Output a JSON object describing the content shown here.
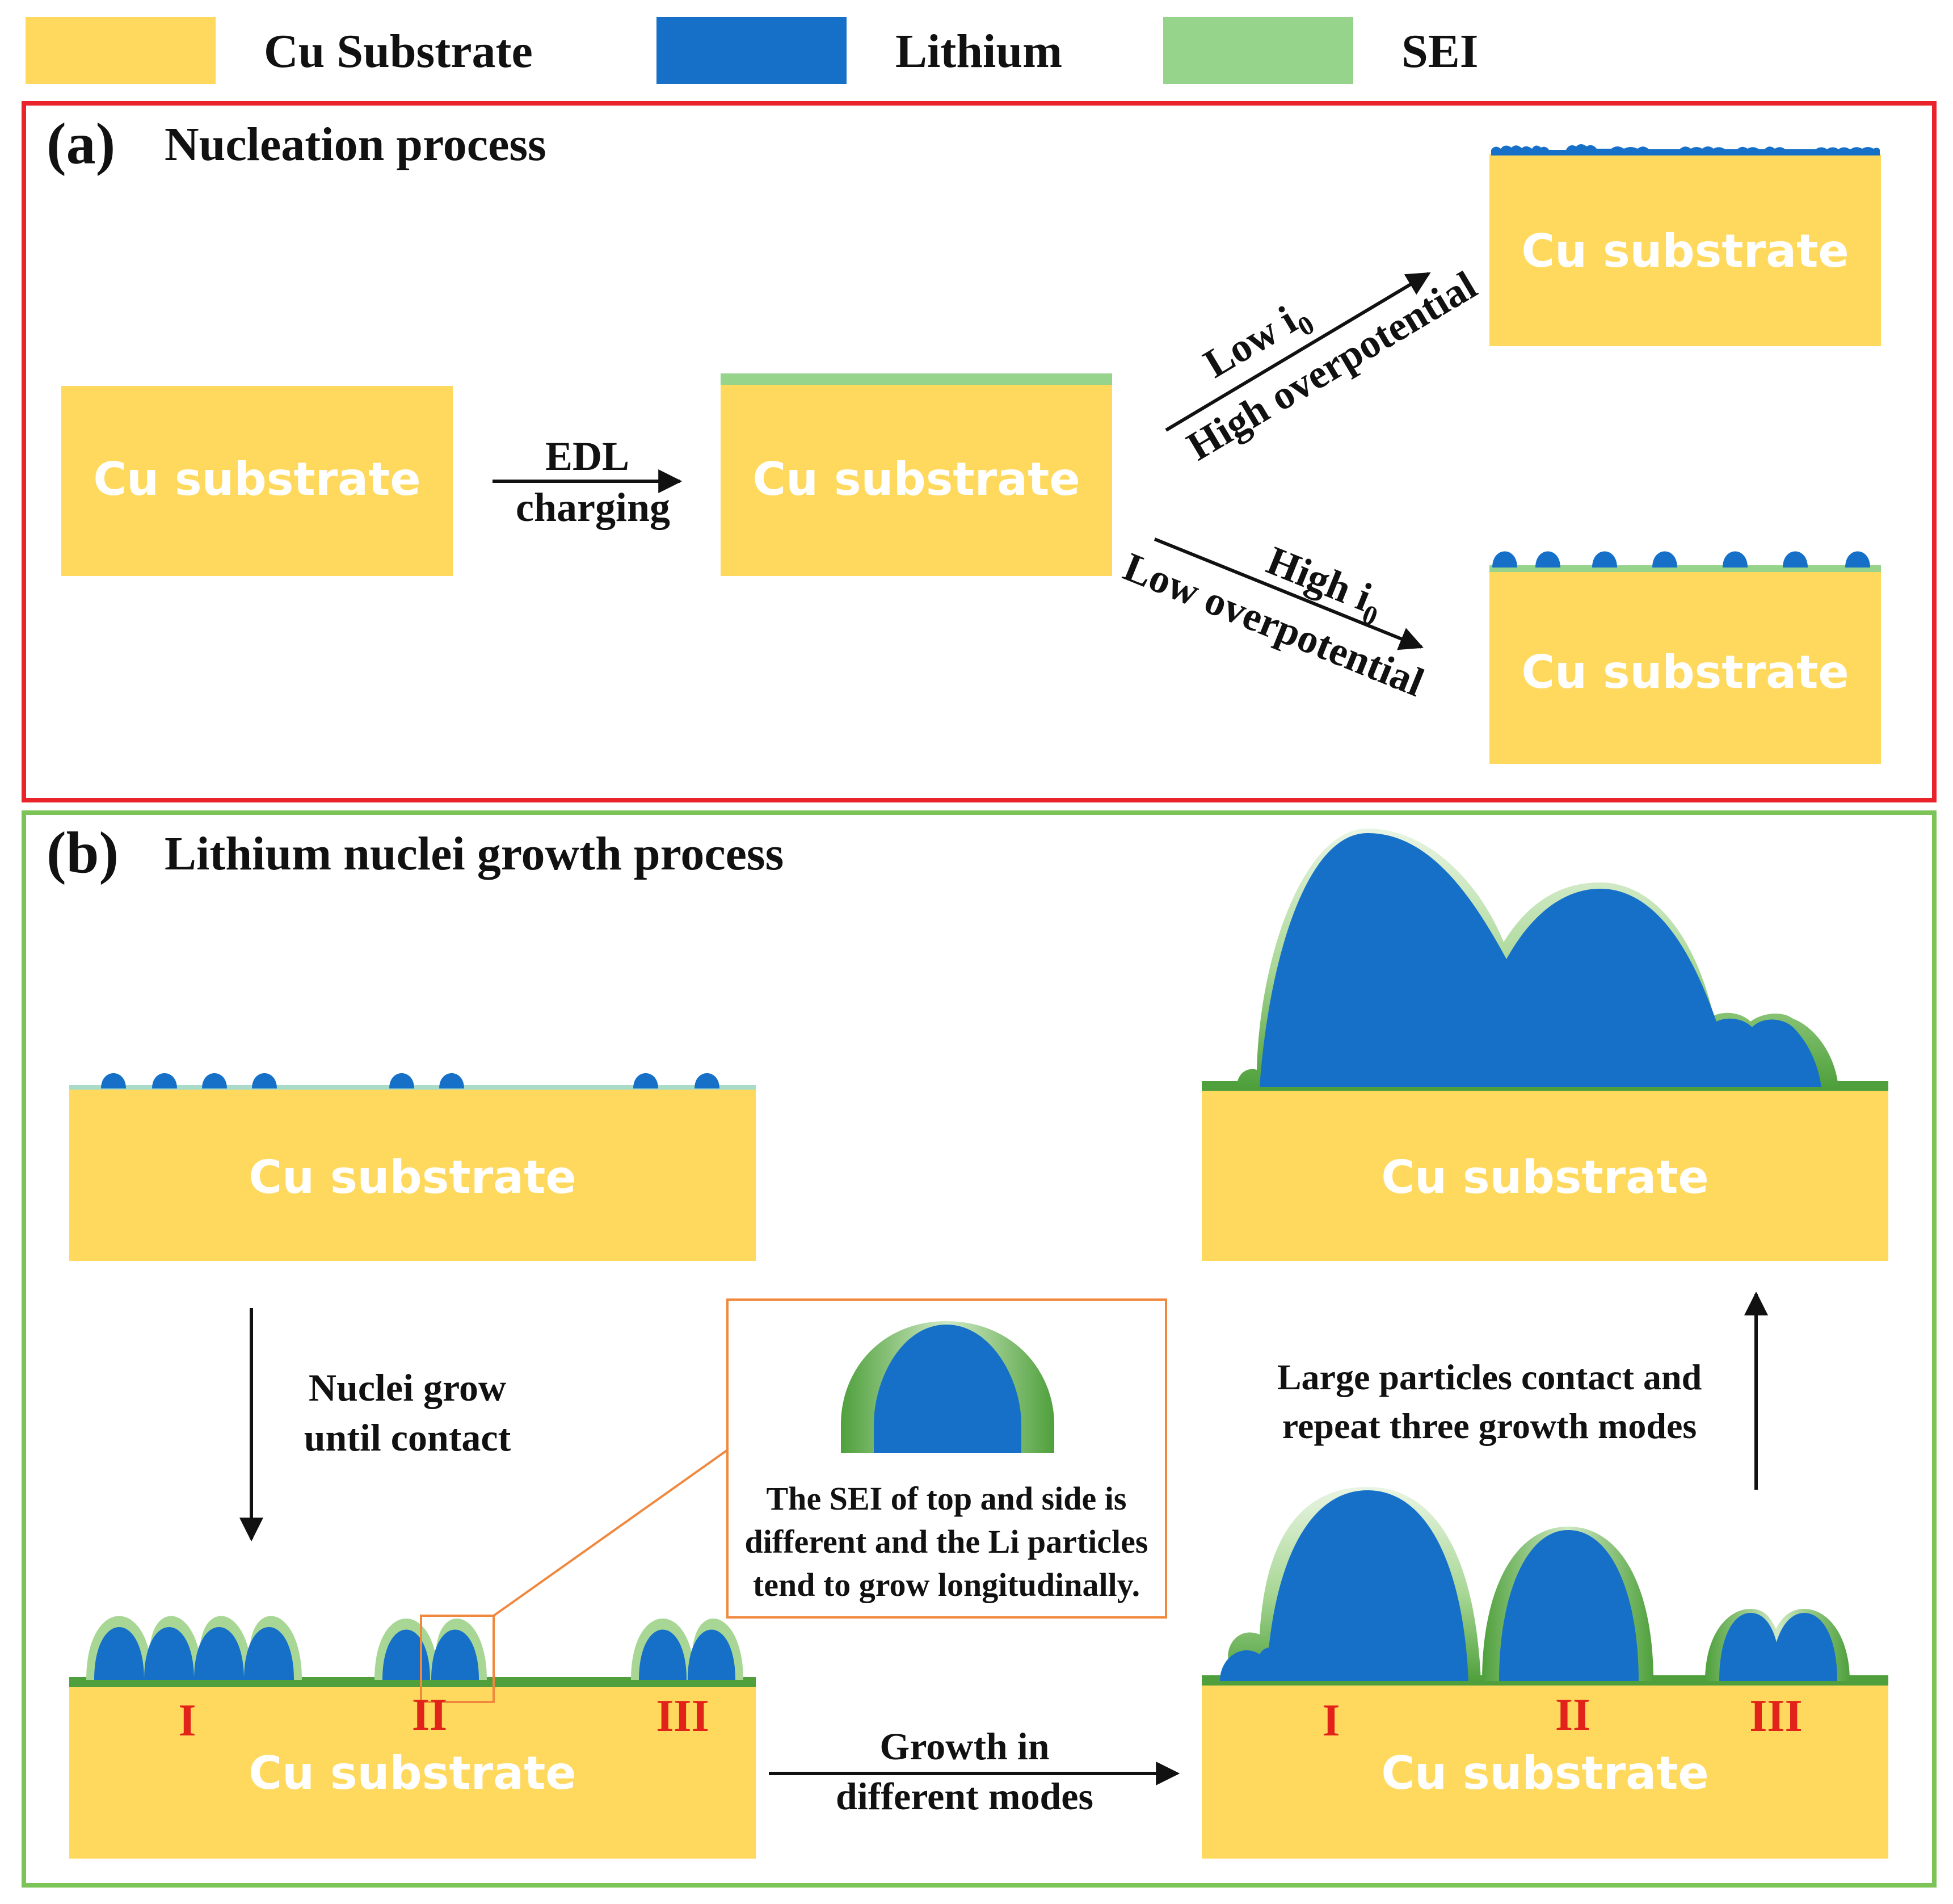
{
  "colors": {
    "cu": "#FFD95E",
    "lithium": "#1770C8",
    "sei": "#96D38B",
    "sei_dark": "#4FA03C",
    "frame_a": "#E8232A",
    "frame_b": "#7CC457",
    "callout": "#F0883E",
    "roman": "#E2231A",
    "text": "#111111",
    "substrate_text": "#FFFFFF"
  },
  "legend": [
    {
      "key": "cu",
      "label": "Cu Substrate"
    },
    {
      "key": "lithium",
      "label": "Lithium"
    },
    {
      "key": "sei",
      "label": "SEI"
    }
  ],
  "panel_a": {
    "letter": "(a)",
    "title": "Nucleation process",
    "substrate_label": "Cu substrate",
    "arrow_edl": {
      "line1": "EDL",
      "line2": "charging"
    },
    "arrow_up": {
      "line1_base": "Low i",
      "line1_sub": "0",
      "line2": "High overpotential"
    },
    "arrow_down": {
      "line1_base": "High i",
      "line1_sub": "0",
      "line2": "Low overpotential"
    }
  },
  "panel_b": {
    "letter": "(b)",
    "title": "Lithium nuclei growth process",
    "substrate_label": "Cu substrate",
    "arrow_nuclei": {
      "line1": "Nuclei grow",
      "line2": "until contact"
    },
    "arrow_growth": {
      "line1": "Growth in",
      "line2": "different modes"
    },
    "arrow_large": {
      "line1": "Large particles contact and",
      "line2": "repeat three growth modes"
    },
    "callout_text": [
      "The SEI of top and side is",
      "different and the Li particles",
      "tend to grow longitudinally."
    ],
    "modes": [
      "I",
      "II",
      "III"
    ]
  }
}
